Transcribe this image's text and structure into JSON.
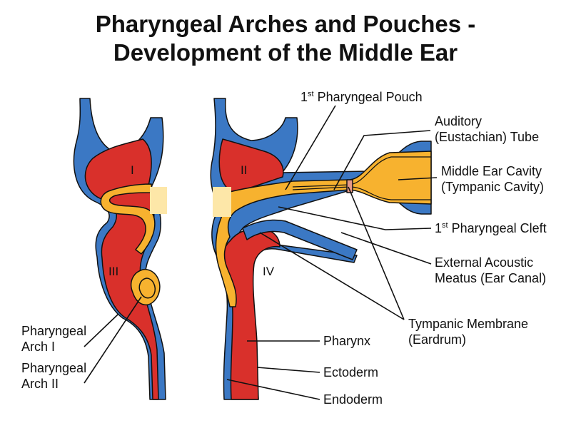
{
  "title": {
    "line1": "Pharyngeal Arches and Pouches -",
    "line2": "Development of the Middle Ear"
  },
  "arch_numerals": [
    "I",
    "II",
    "III",
    "IV"
  ],
  "labels": {
    "first_pouch": {
      "ordinal": "1",
      "sup": "st",
      "rest": " Pharyngeal Pouch"
    },
    "auditory_tube": [
      "Auditory",
      "(Eustachian) Tube"
    ],
    "middle_ear": [
      "Middle Ear Cavity",
      "(Tympanic Cavity)"
    ],
    "first_cleft": {
      "ordinal": "1",
      "sup": "st",
      "rest": " Pharyngeal Cleft"
    },
    "ear_canal": [
      "External Acoustic",
      "Meatus (Ear Canal)"
    ],
    "tympanic_membrane": [
      "Tympanic Membrane",
      "(Eardrum)"
    ],
    "pharynx": "Pharynx",
    "ectoderm": "Ectoderm",
    "endoderm": "Endoderm",
    "arch_one": [
      "Pharyngeal",
      "Arch I"
    ],
    "arch_two": [
      "Pharyngeal",
      "Arch II"
    ]
  },
  "colors": {
    "ectoderm_blue": "#3b78c4",
    "mesoderm_red": "#d9302b",
    "endoderm_yellow": "#f7b22f",
    "pale_yellow": "#fde7a8",
    "membrane_pink": "#e89a88",
    "outline": "#111111"
  }
}
